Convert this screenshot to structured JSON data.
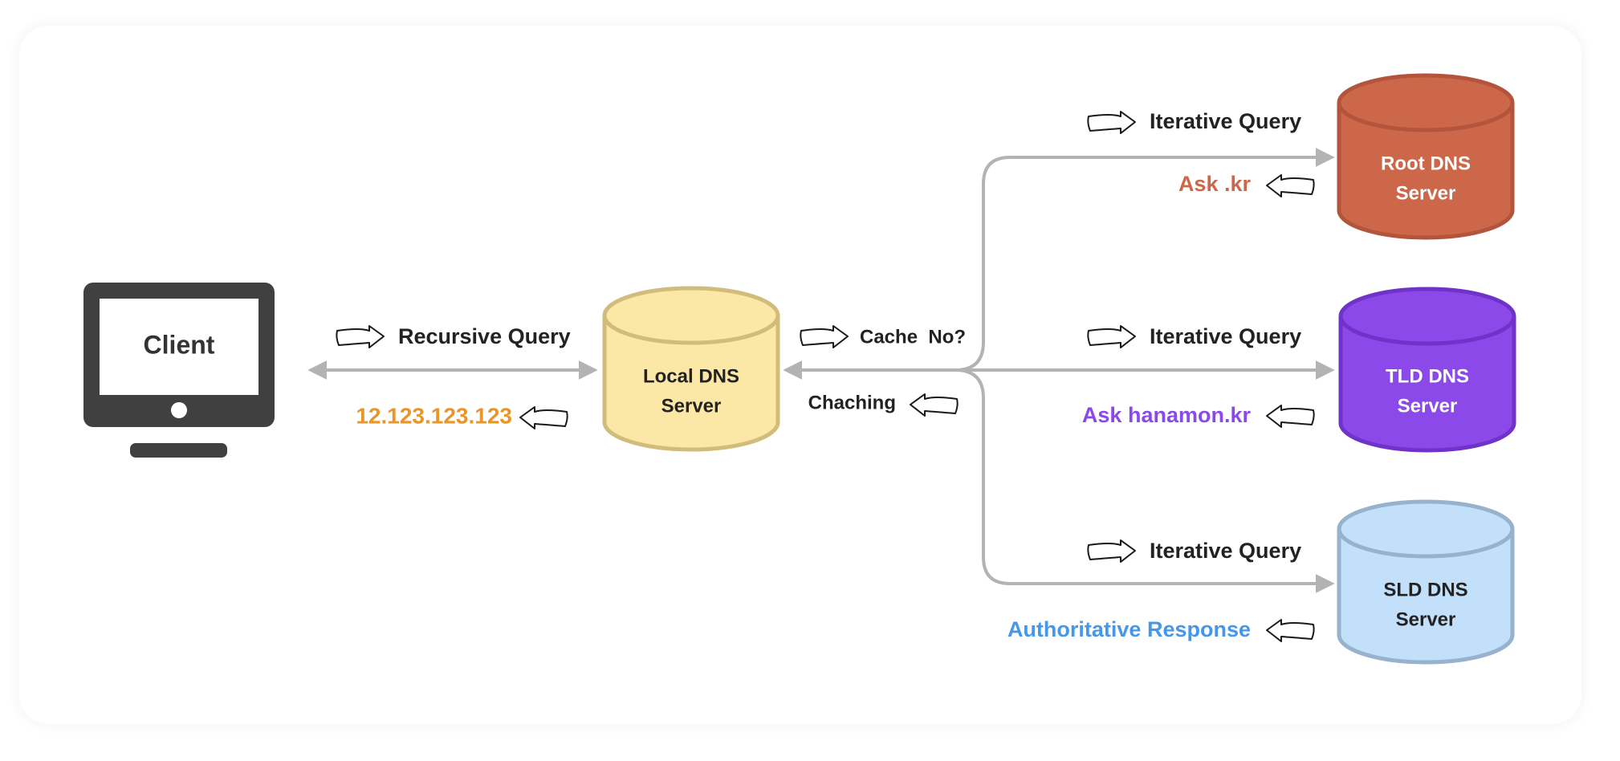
{
  "colors": {
    "connector": "#b3b3b3",
    "client": "#404040",
    "local_fill": "#fbe7a6",
    "local_stroke": "#d1bc7b",
    "root_fill": "#cc674a",
    "root_stroke": "#b2553c",
    "tld_fill": "#8b49ea",
    "tld_stroke": "#6f33c9",
    "sld_fill": "#c3e0fa",
    "sld_stroke": "#97b2cc",
    "orange_text": "#e8962a",
    "root_text": "#cc674a",
    "tld_text": "#8b49ea",
    "sld_text": "#4597ea",
    "dark_text": "#222222"
  },
  "client": {
    "label": "Client",
    "icon": "monitor-icon"
  },
  "nodes": {
    "local": {
      "line1": "Local DNS",
      "line2": "Server"
    },
    "root": {
      "line1": "Root DNS",
      "line2": "Server"
    },
    "tld": {
      "line1": "TLD DNS",
      "line2": "Server"
    },
    "sld": {
      "line1": "SLD DNS",
      "line2": "Server"
    }
  },
  "labels": {
    "recursive_query": "Recursive Query",
    "client_answer": "12.123.123.123",
    "cache_question": "Cache  No?",
    "caching": "Chaching",
    "root_query": "Iterative Query",
    "root_response": "Ask .kr",
    "tld_query": "Iterative Query",
    "tld_response": "Ask hanamon.kr",
    "sld_query": "Iterative Query",
    "sld_response": "Authoritative Response"
  }
}
